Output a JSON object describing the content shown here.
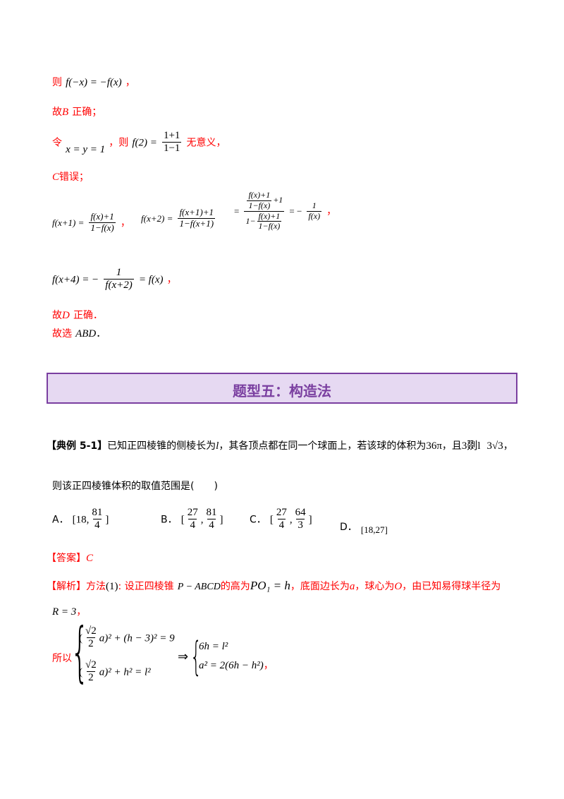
{
  "solution_part": {
    "line1": {
      "prefix": "则",
      "math": "f(−x) = −f(x)",
      "suffix": "，"
    },
    "line2": {
      "prefix": "故",
      "letter": "B",
      "suffix": "正确；"
    },
    "line3": {
      "prefix": "令",
      "cond": "x = y = 1",
      "mid": "，则",
      "lhs": "f(2) =",
      "num": "1+1",
      "den": "1−1",
      "suffix": "无意义，"
    },
    "line4": {
      "letter": "C",
      "suffix": "错误；"
    },
    "line5": {
      "f1_lhs": "f(x+1) =",
      "f1_num": "f(x)+1",
      "f1_den": "1−f(x)",
      "sep": "，",
      "f2_lhs": "f(x+2) =",
      "f2_num": "f(x+1)+1",
      "f2_den": "1−f(x+1)",
      "c_num_top": "f(x)+1",
      "c_num_bot": "1−f(x)",
      "c_num_plus": "+1",
      "c_den_pre": "1−",
      "c_den_top": "f(x)+1",
      "c_den_bot": "1−f(x)",
      "eq_neg": "= −",
      "r_num": "1",
      "r_den": "f(x)",
      "end": "，"
    },
    "line6": {
      "lhs": "f(x+4) = −",
      "num": "1",
      "den": "f(x+2)",
      "rhs": "= f(x)",
      "end": "，"
    },
    "line7": {
      "prefix": "故",
      "letter": "D",
      "suffix": "正确．"
    },
    "line8": {
      "prefix": "故选",
      "answer": "ABD",
      "suffix": "．"
    }
  },
  "section": {
    "title": "题型五：构造法"
  },
  "example": {
    "tag": "【典例 5-1】",
    "text1": "已知正四棱锥的侧棱长为",
    "var_l": "l",
    "text2": "，其各顶点都在同一个球面上，若该球的体积为",
    "volume": "36π",
    "text3": "，且",
    "range_garbled": "3剟l",
    "range_end": "3√3",
    "text4": "，",
    "question": "则该正四棱锥体积的取值范围是(　　)"
  },
  "options": {
    "A": {
      "label": "A．",
      "pre": "[18,",
      "num": "81",
      "den": "4",
      "post": "]"
    },
    "B": {
      "label": "B．",
      "pre": "[",
      "num1": "27",
      "den1": "4",
      "num2": "81",
      "den2": "4",
      "post": "]"
    },
    "C": {
      "label": "C．",
      "pre": "[",
      "num1": "27",
      "den1": "4",
      "num2": "64",
      "den2": "3",
      "post": "]"
    },
    "D": {
      "label": "D．",
      "value": "[18,27]"
    }
  },
  "answer": {
    "tag": "【答案】",
    "value": "C"
  },
  "analysis": {
    "tag": "【解析】",
    "text1": "方法",
    "method": "(1)",
    "text2": ": 设正四棱锥",
    "pyramid": "P − ABCD",
    "text3": "的高为",
    "height": "PO₁ = h",
    "text4": "，底面边长为",
    "var_a": "a",
    "text5": "，球心为",
    "var_o": "O",
    "text6": "，由已知易得球半径为",
    "radius": "R = 3",
    "radius_end": "，",
    "so": "所以",
    "sys1_a": "(",
    "sys1_num": "√2",
    "sys1_den": "2",
    "sys1_b": "a)² + (h − 3)² = 9",
    "sys2_a": "(",
    "sys2_num": "√2",
    "sys2_den": "2",
    "sys2_b": "a)² + h² = l²",
    "arrow": "⇒",
    "res1": "6h = l²",
    "res2": "a² = 2(6h − h²)",
    "res_end": "，"
  },
  "colors": {
    "red": "#ff0000",
    "banner_bg": "#e6d9f2",
    "banner_border": "#7a3fa0"
  }
}
